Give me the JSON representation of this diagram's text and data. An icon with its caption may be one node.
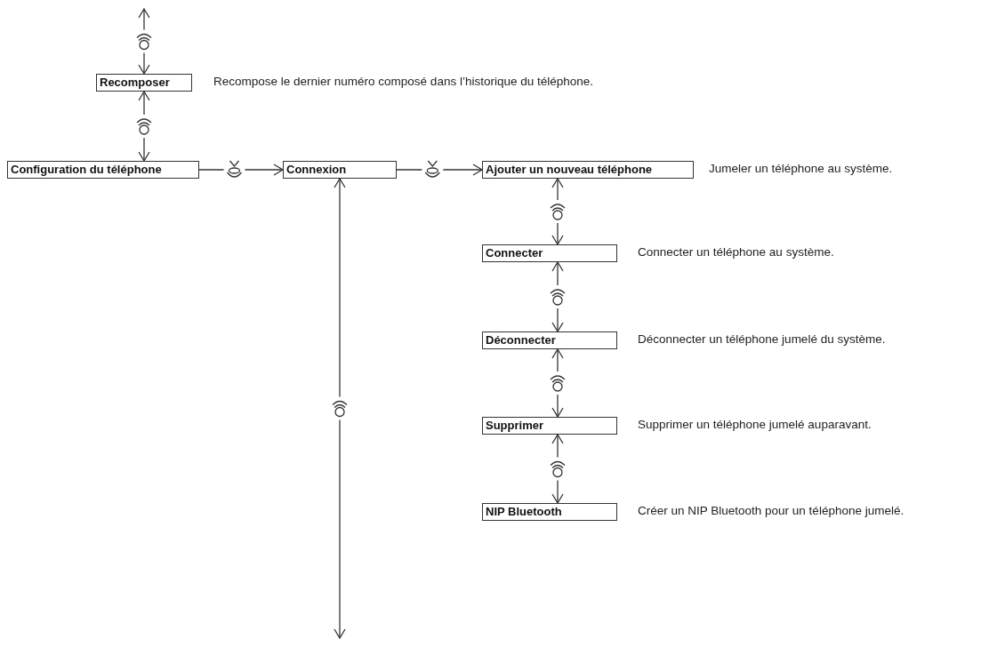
{
  "diagram": {
    "nodes": [
      {
        "text": [
          "Recomposer"
        ],
        "beside": [
          "Recompose le dernier numéro composé dans l’historique du téléphone."
        ]
      },
      {
        "text": [
          "Configuration du téléphone"
        ]
      },
      {
        "text": [
          "Connexion"
        ]
      },
      {
        "text": [
          "Ajouter un nouveau téléphone"
        ],
        "beside": [
          "Jumeler un téléphone au système."
        ]
      },
      {
        "text": [
          "Connecter"
        ],
        "beside": [
          "Connecter un téléphone au système."
        ]
      },
      {
        "text": [
          "Déconnecter"
        ],
        "beside": [
          "Déconnecter un téléphone jumelé du système."
        ]
      },
      {
        "text": [
          "Supprimer"
        ],
        "beside": [
          "Supprimer un téléphone jumelé auparavant."
        ]
      },
      {
        "text": [
          "NIP Bluetooth"
        ],
        "beside": [
          "Créer un NIP Bluetooth pour un téléphone jumelé."
        ]
      }
    ],
    "edges": [
      {
        "from": 0,
        "to": null,
        "arrow": "both"
      },
      {
        "from": 0,
        "to": 1,
        "arrow": "both"
      },
      {
        "from": 1,
        "to": 2,
        "arrow": "to"
      },
      {
        "from": 2,
        "to": 3,
        "arrow": "to"
      },
      {
        "from": 3,
        "to": 4,
        "arrow": "both"
      },
      {
        "from": 4,
        "to": 5,
        "arrow": "both"
      },
      {
        "from": 5,
        "to": 6,
        "arrow": "both"
      },
      {
        "from": 6,
        "to": 7,
        "arrow": "both"
      },
      {
        "from": 2,
        "to": null,
        "arrow": "both"
      }
    ]
  }
}
